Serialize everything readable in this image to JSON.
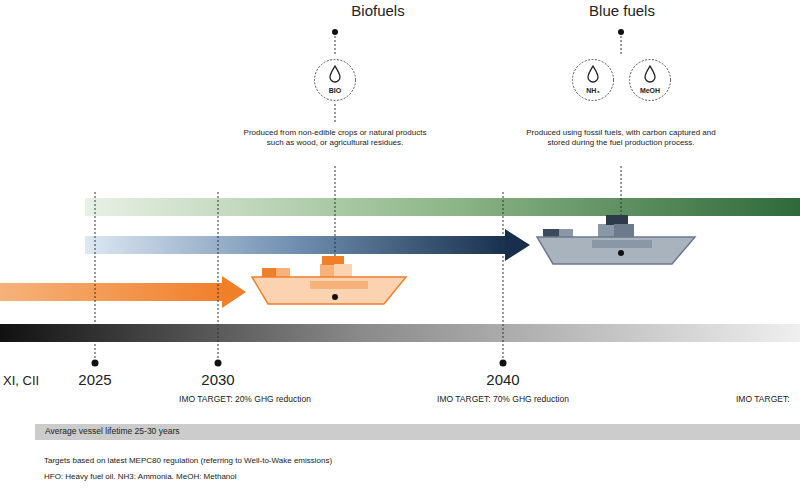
{
  "diagram": {
    "nodes": [
      {
        "text": [
          "BIO"
        ]
      },
      {
        "text": [
          "NH₃"
        ]
      },
      {
        "text": [
          "MeOH"
        ]
      },
      {
        "text": [
          "Average vessel lifetime 25-30 years"
        ]
      }
    ],
    "labels": [
      "Biofuels",
      "Blue fuels",
      "Produced from non-edible crops or natural products such as wood, or agricultural residues.",
      "Produced using fossil fuels, with carbon captured and stored during the fuel production process.",
      "XI, CII",
      "2025",
      "2030",
      "2040",
      "IMO TARGET: 20% GHG reduction",
      "IMO TARGET: 70% GHG reduction",
      "IMO TARGET:",
      "Targets based on latest MEPC80 regulation (referring to Well-to-Wake emissions)",
      "HFO: Heavy fuel oil. NH3: Ammonia. MeOH: Methanol"
    ]
  }
}
